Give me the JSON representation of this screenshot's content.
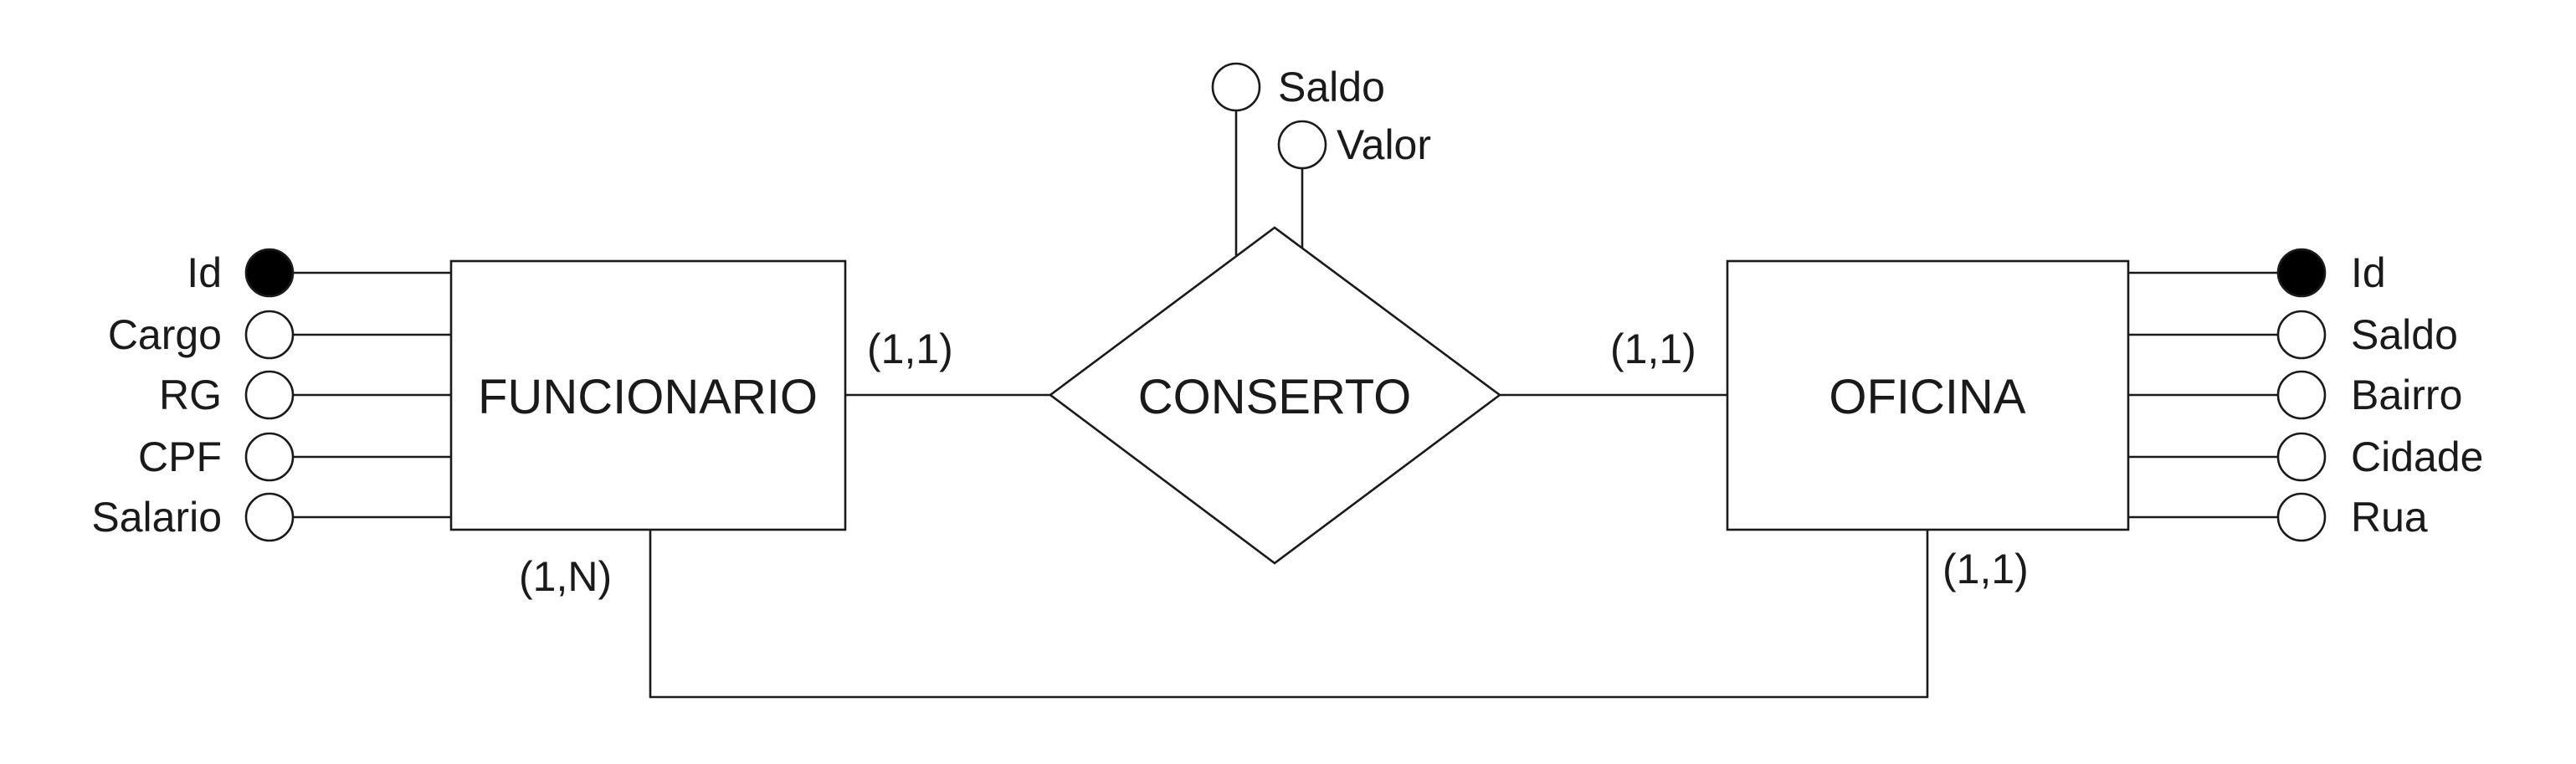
{
  "entities": {
    "funcionario": "FUNCIONARIO",
    "oficina": "OFICINA"
  },
  "relationship": {
    "name": "CONSERTO",
    "attributes": [
      "Saldo",
      "Valor"
    ]
  },
  "funcionario_attributes": [
    {
      "name": "Id",
      "key": true
    },
    {
      "name": "Cargo",
      "key": false
    },
    {
      "name": "RG",
      "key": false
    },
    {
      "name": "CPF",
      "key": false
    },
    {
      "name": "Salario",
      "key": false
    }
  ],
  "oficina_attributes": [
    {
      "name": "Id",
      "key": true
    },
    {
      "name": "Saldo",
      "key": false
    },
    {
      "name": "Bairro",
      "key": false
    },
    {
      "name": "Cidade",
      "key": false
    },
    {
      "name": "Rua",
      "key": false
    }
  ],
  "cardinalities": {
    "funcionario_conserto": "(1,1)",
    "oficina_conserto": "(1,1)",
    "funcionario_link": "(1,N)",
    "oficina_link": "(1,1)"
  }
}
